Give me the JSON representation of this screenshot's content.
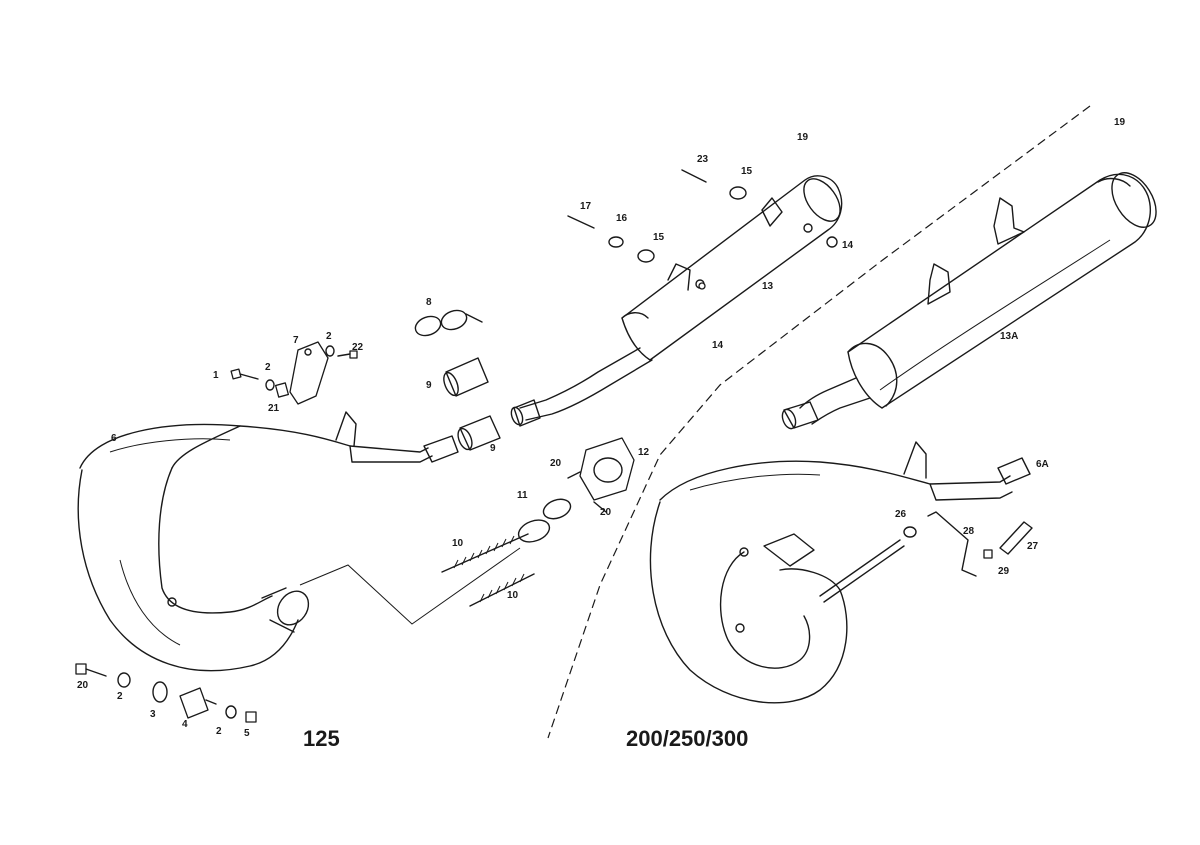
{
  "diagram": {
    "model_labels": {
      "left": "125",
      "right": "200/250/300"
    },
    "callouts": {
      "c1": "1",
      "c2a": "2",
      "c2b": "2",
      "c2c": "2",
      "c2d": "2",
      "c3": "3",
      "c4": "4",
      "c5": "5",
      "c6": "6",
      "c6a": "6A",
      "c7": "7",
      "c8": "8",
      "c9a": "9",
      "c9b": "9",
      "c10a": "10",
      "c10b": "10",
      "c11": "11",
      "c12": "12",
      "c13": "13",
      "c13a": "13A",
      "c14a": "14",
      "c14b": "14",
      "c15a": "15",
      "c15b": "15",
      "c16": "16",
      "c17": "17",
      "c19a": "19",
      "c19b": "19",
      "c20a": "20",
      "c20b": "20",
      "c20c": "20",
      "c21": "21",
      "c22": "22",
      "c23": "23",
      "c26": "26",
      "c27": "27",
      "c28": "28",
      "c29": "29"
    }
  }
}
